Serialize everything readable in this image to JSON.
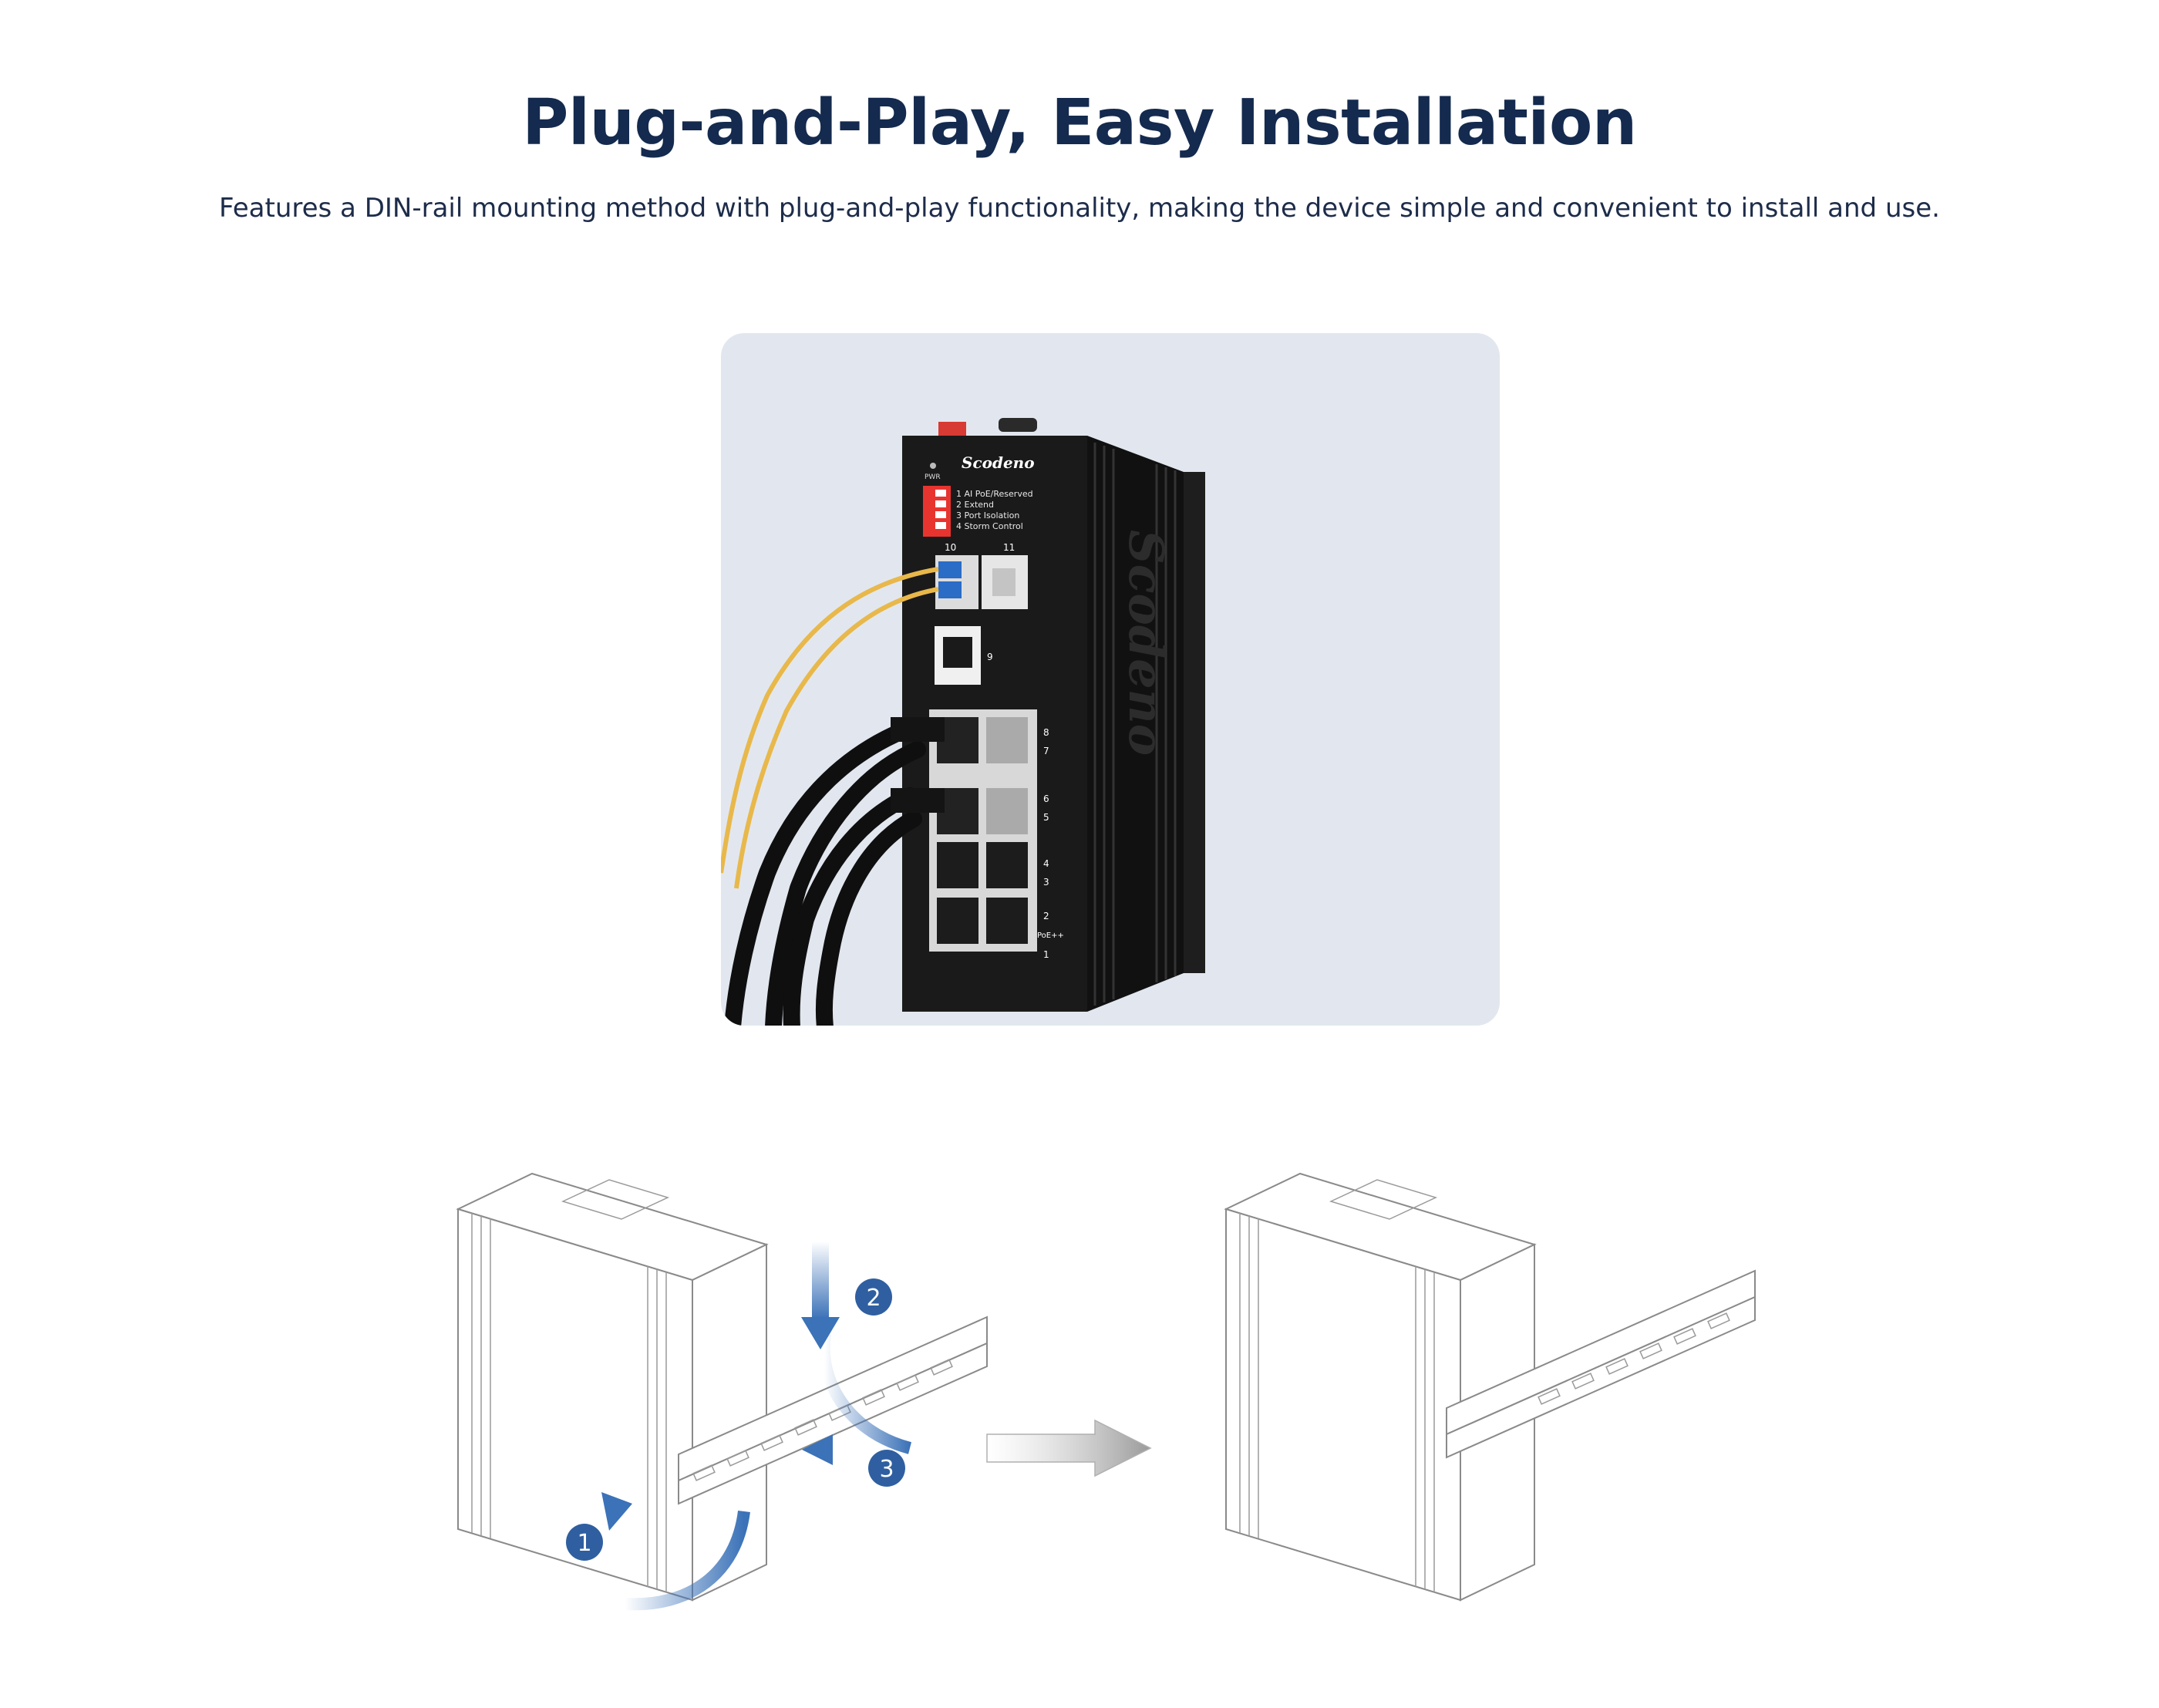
{
  "header": {
    "title": "Plug-and-Play, Easy Installation",
    "subtitle": "Features a DIN-rail mounting method with plug-and-play functionality, making the device simple and convenient to install and use."
  },
  "device": {
    "brand_front": "Scodeno",
    "brand_side": "Scodeno",
    "pwr_label": "PWR",
    "dip_items": [
      "1 AI PoE/Reserved",
      "2 Extend",
      "3 Port Isolation",
      "4 Storm Control"
    ],
    "sfp_labels": [
      "10",
      "11"
    ],
    "port9_label": "9",
    "port_labels": [
      "8",
      "7",
      "6",
      "5",
      "4",
      "3",
      "2",
      "1"
    ],
    "poe_label": "PoE++"
  },
  "steps": {
    "step1": "1",
    "step2": "2",
    "step3": "3"
  },
  "colors": {
    "title": "#142a4e",
    "panel_bg": "#e2e7ef",
    "step_badge": "#2f5fa0",
    "arrow_blue": "#3b72b8",
    "fiber": "#e8b84a",
    "device_body": "#1a1a1a"
  }
}
